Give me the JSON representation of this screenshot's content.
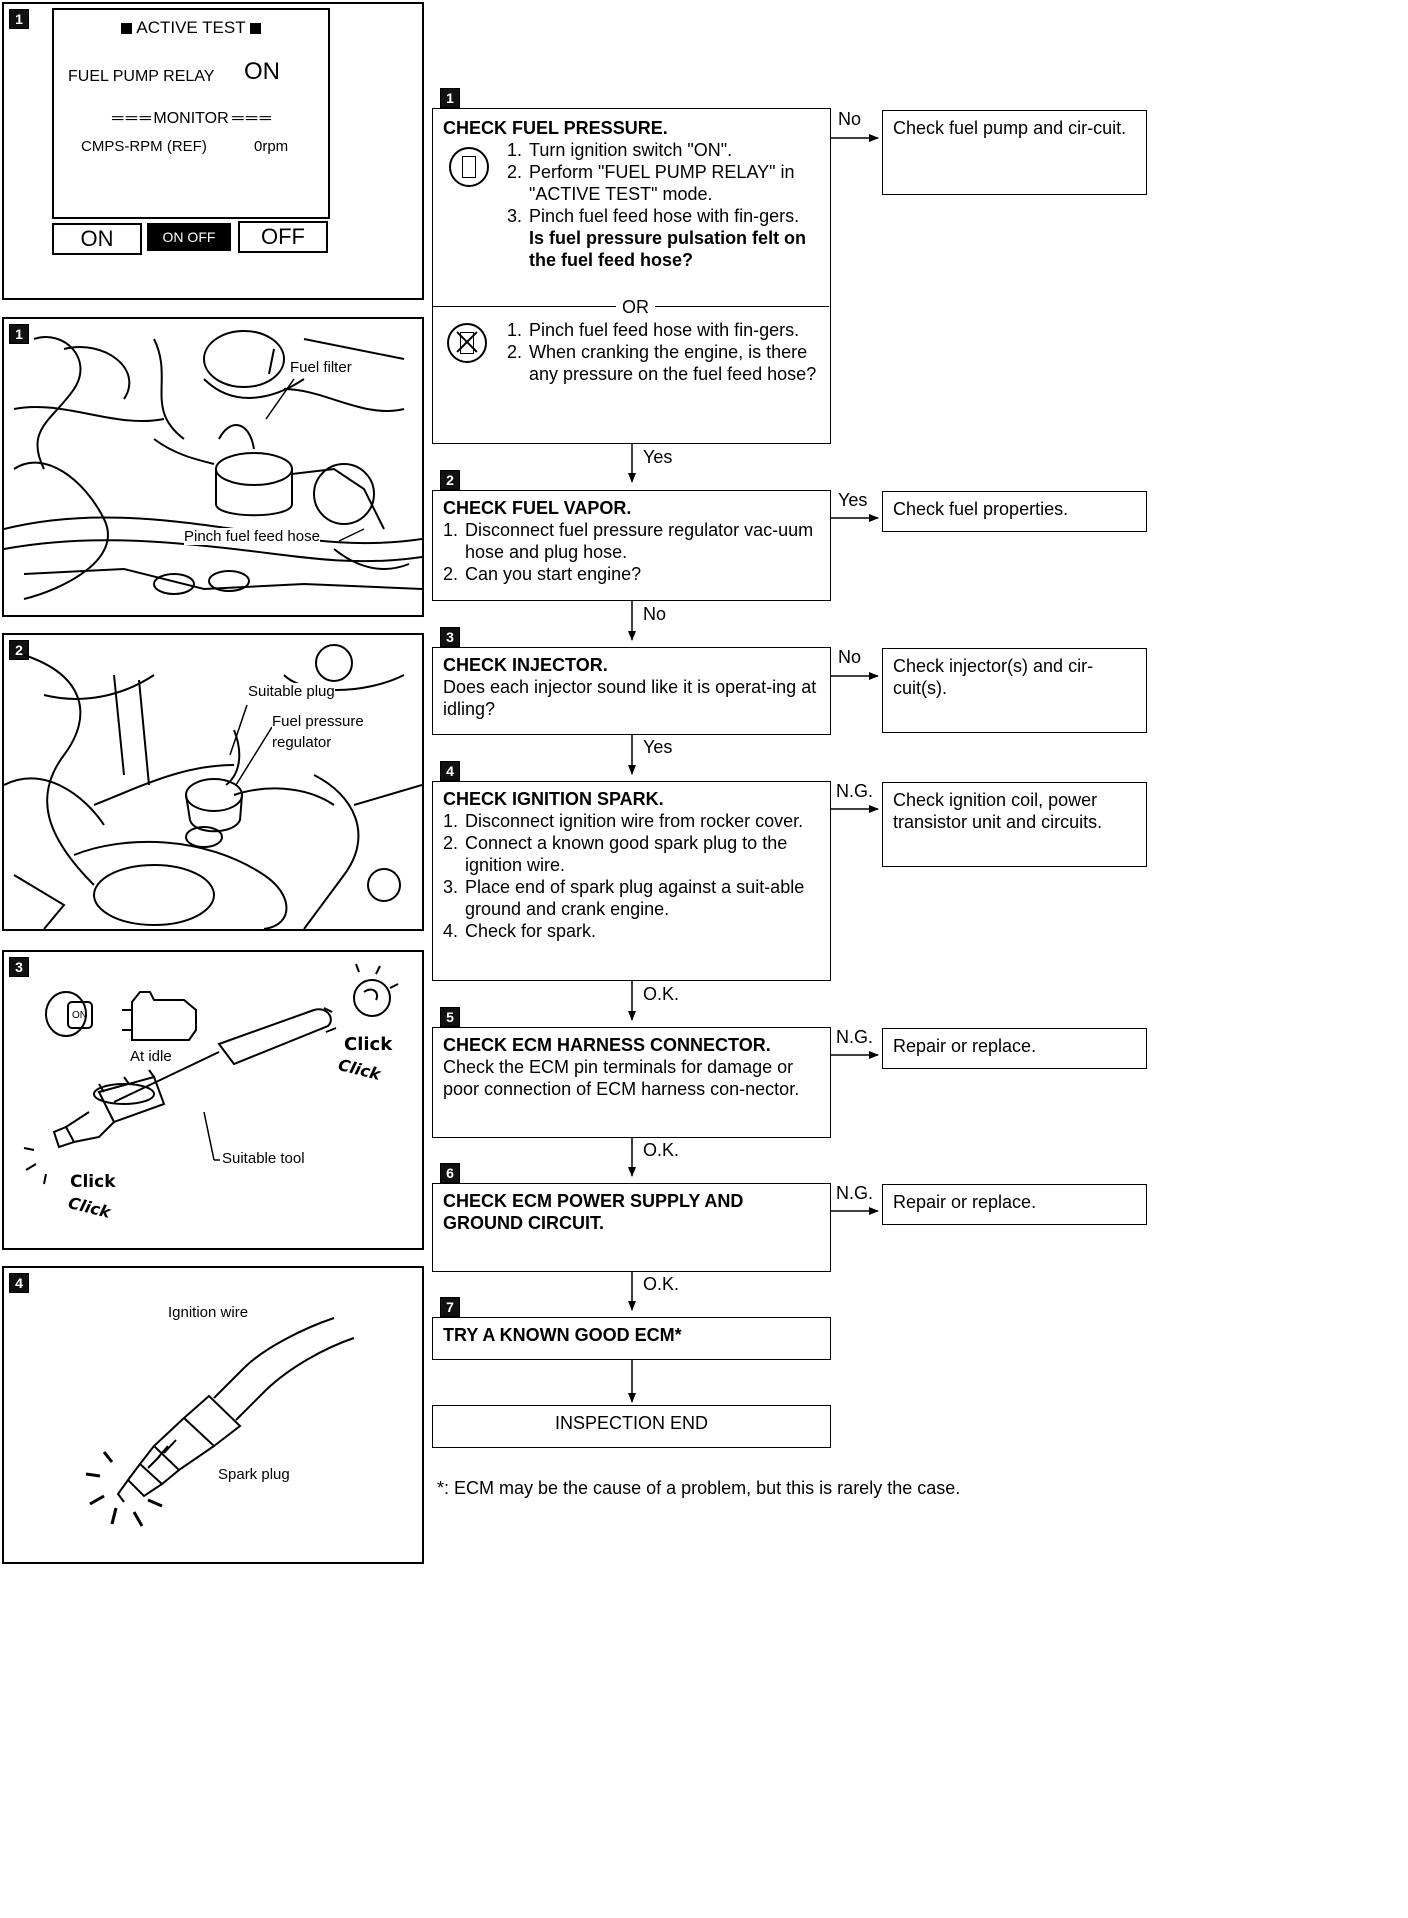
{
  "panels": {
    "p1": {
      "badge": "1",
      "title": "ACTIVE TEST",
      "relay_label": "FUEL PUMP RELAY",
      "relay_state": "ON",
      "monitor": "MONITOR",
      "cmps_label": "CMPS-RPM (REF)",
      "cmps_value": "0rpm",
      "btn_on": "ON",
      "btn_onoff": "ON OFF",
      "btn_off": "OFF"
    },
    "p2": {
      "badge": "1",
      "fuel_filter": "Fuel filter",
      "pinch": "Pinch fuel feed hose"
    },
    "p3": {
      "badge": "2",
      "suitable_plug": "Suitable plug",
      "fpr_line1": "Fuel pressure",
      "fpr_line2": "regulator"
    },
    "p4": {
      "badge": "3",
      "on": "ON",
      "at_idle": "At idle",
      "click1": "Click",
      "click2": "Click",
      "click3": "Click",
      "click4": "Click",
      "suitable_tool": "Suitable tool"
    },
    "p5": {
      "badge": "4",
      "ignition_wire": "Ignition wire",
      "spark_plug": "Spark plug"
    }
  },
  "flow": {
    "s1": {
      "badge": "1",
      "title": "CHECK FUEL PRESSURE.",
      "a1": "Turn ignition switch \"ON\".",
      "a2": "Perform \"FUEL PUMP RELAY\" in \"ACTIVE TEST\" mode.",
      "a3": "Pinch fuel feed hose with fin-gers.",
      "question": "Is fuel pressure pulsation felt on the fuel feed hose?",
      "or": "OR",
      "b1": "Pinch fuel feed hose with fin-gers.",
      "b2": "When cranking the engine, is there any pressure on the fuel feed hose?",
      "branch_label": "No",
      "branch_result": "Check fuel pump and cir-cuit.",
      "next_label": "Yes"
    },
    "s2": {
      "badge": "2",
      "title": "CHECK FUEL VAPOR.",
      "a1": "Disconnect fuel pressure regulator vac-uum hose and plug hose.",
      "a2": "Can you start engine?",
      "branch_label": "Yes",
      "branch_result": "Check fuel properties.",
      "next_label": "No"
    },
    "s3": {
      "badge": "3",
      "title": "CHECK INJECTOR.",
      "body": "Does each injector sound like it is operat-ing at idling?",
      "branch_label": "No",
      "branch_result": "Check injector(s) and cir-cuit(s).",
      "next_label": "Yes"
    },
    "s4": {
      "badge": "4",
      "title": "CHECK IGNITION SPARK.",
      "a1": "Disconnect ignition wire from rocker cover.",
      "a2": "Connect a known good spark plug to the ignition wire.",
      "a3": "Place end of spark plug against a suit-able ground and crank engine.",
      "a4": "Check for spark.",
      "branch_label": "N.G.",
      "branch_result": "Check ignition coil, power transistor unit and circuits.",
      "next_label": "O.K."
    },
    "s5": {
      "badge": "5",
      "title": "CHECK ECM HARNESS CONNECTOR.",
      "body": "Check the ECM pin terminals for damage or poor connection of ECM harness con-nector.",
      "branch_label": "N.G.",
      "branch_result": "Repair or replace.",
      "next_label": "O.K."
    },
    "s6": {
      "badge": "6",
      "title": "CHECK ECM POWER SUPPLY AND GROUND CIRCUIT.",
      "branch_label": "N.G.",
      "branch_result": "Repair or replace.",
      "next_label": "O.K."
    },
    "s7": {
      "badge": "7",
      "title": "TRY A KNOWN GOOD ECM*"
    },
    "end": "INSPECTION END",
    "footnote": "*: ECM may be the cause of a problem, but this is rarely the case."
  }
}
